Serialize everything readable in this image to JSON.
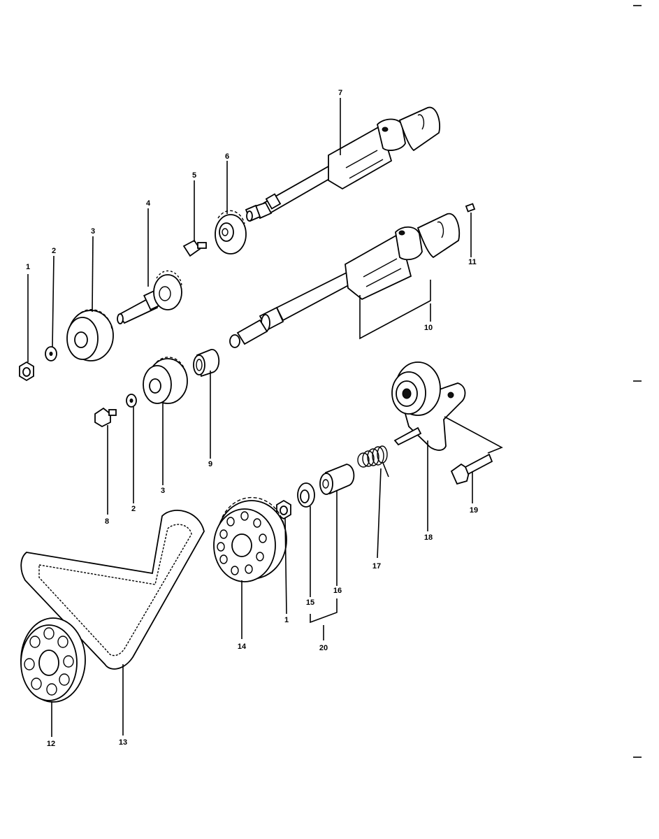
{
  "callouts": [
    {
      "id": "c1a",
      "text": "1"
    },
    {
      "id": "c2a",
      "text": "2"
    },
    {
      "id": "c3a",
      "text": "3"
    },
    {
      "id": "c4",
      "text": "4"
    },
    {
      "id": "c5",
      "text": "5"
    },
    {
      "id": "c6",
      "text": "6"
    },
    {
      "id": "c7",
      "text": "7"
    },
    {
      "id": "c11",
      "text": "11"
    },
    {
      "id": "c10",
      "text": "10"
    },
    {
      "id": "c9",
      "text": "9"
    },
    {
      "id": "c8",
      "text": "8"
    },
    {
      "id": "c2b",
      "text": "2"
    },
    {
      "id": "c3b",
      "text": "3"
    },
    {
      "id": "c19",
      "text": "19"
    },
    {
      "id": "c18",
      "text": "18"
    },
    {
      "id": "c17",
      "text": "17"
    },
    {
      "id": "c16",
      "text": "16"
    },
    {
      "id": "c15",
      "text": "15"
    },
    {
      "id": "c1b",
      "text": "1"
    },
    {
      "id": "c14",
      "text": "14"
    },
    {
      "id": "c20",
      "text": "20"
    },
    {
      "id": "c12",
      "text": "12"
    },
    {
      "id": "c13",
      "text": "13"
    }
  ]
}
